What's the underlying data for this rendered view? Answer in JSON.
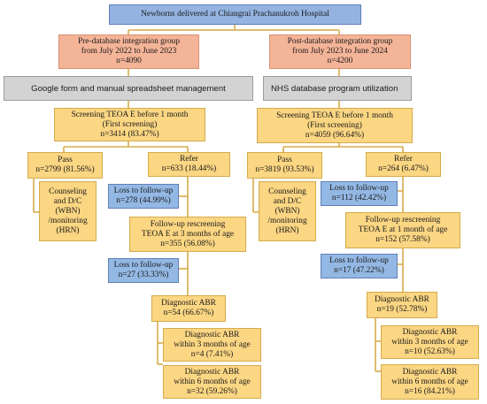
{
  "title": "Newborns delivered at Chiangrai Prachanukroh Hospital",
  "pre": {
    "group": [
      "Pre-database integration group",
      "from July 2022 to June 2023",
      "n=4090"
    ],
    "method": "Google form and manual spreadsheet management",
    "screening": [
      "Screening TEOA E before 1 month",
      "(First screening)",
      "n=3414 (83.47%)"
    ],
    "pass": [
      "Pass",
      "n=2799 (81.56%)"
    ],
    "refer": [
      "Refer",
      "n=633 (18.44%)"
    ],
    "counseling": [
      "Counseling",
      "and D/C",
      "(WBN)",
      "/monitoring",
      "(HRN)"
    ],
    "loss1": [
      "Loss to follow-up",
      "n=278 (44.99%)"
    ],
    "rescreen": [
      "Follow-up rescreening",
      "TEOA E at 3 months of age",
      "n=355 (56.08%)"
    ],
    "loss2": [
      "Loss to follow-up",
      "n=27 (33.33%)"
    ],
    "abr": [
      "Diagnostic ABR",
      "n=54 (66.67%)"
    ],
    "abr3": [
      "Diagnostic ABR",
      "within 3 months of age",
      "n=4 (7.41%)"
    ],
    "abr6": [
      "Diagnostic ABR",
      "within 6 months of age",
      "n=32 (59.26%)"
    ]
  },
  "post": {
    "group": [
      "Post-database integration group",
      "from July 2023 to June 2024",
      "n=4200"
    ],
    "method": "NHS database program utilization",
    "screening": [
      "Screening TEOA E before 1 month",
      "(First screening)",
      "n=4059 (96.64%)"
    ],
    "pass": [
      "Pass",
      "n=3819 (93.53%)"
    ],
    "refer": [
      "Refer",
      "n=264 (6.47%)"
    ],
    "counseling": [
      "Counseling",
      "and D/C",
      "(WBN)",
      "/monitoring",
      "(HRN)"
    ],
    "loss1": [
      "Loss to follow-up",
      "n=112 (42.42%)"
    ],
    "rescreen": [
      "Follow-up rescreening",
      "TEOA E at 1 month of age",
      "n=152 (57.58%)"
    ],
    "loss2": [
      "Loss to follow-up",
      "n=17 (47.22%)"
    ],
    "abr": [
      "Diagnostic ABR",
      "n=19 (52.78%)"
    ],
    "abr3": [
      "Diagnostic ABR",
      "within 3 months of age",
      "n=10 (52.63%)"
    ],
    "abr6": [
      "Diagnostic ABR",
      "within 6 months of age",
      "n=16 (84.21%)"
    ]
  }
}
